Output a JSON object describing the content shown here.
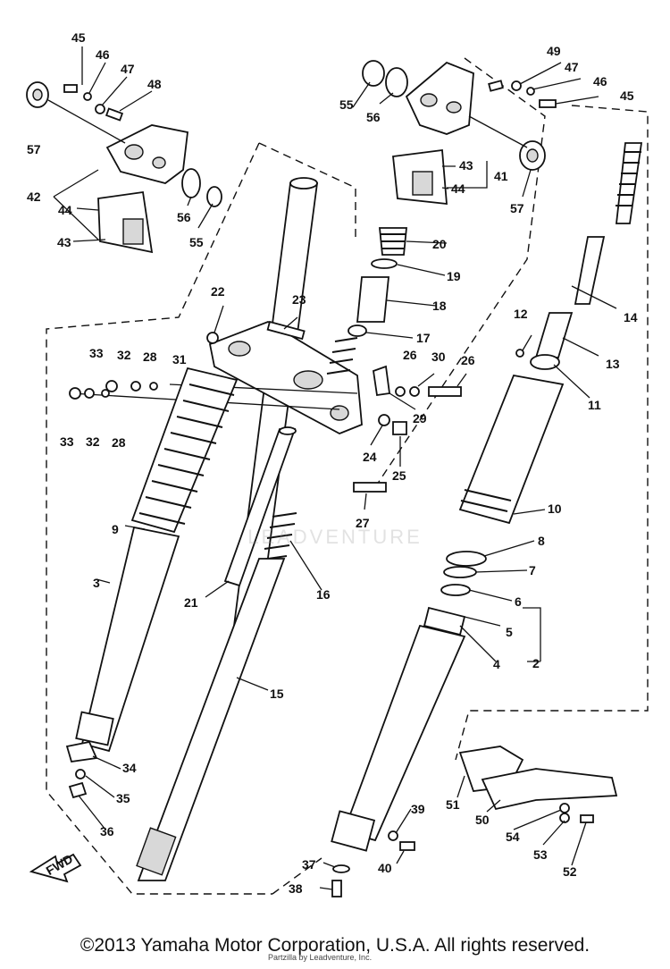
{
  "diagram": {
    "callouts": [
      {
        "id": "c45a",
        "text": "45"
      },
      {
        "id": "c46a",
        "text": "46"
      },
      {
        "id": "c47a",
        "text": "47"
      },
      {
        "id": "c48",
        "text": "48"
      },
      {
        "id": "c57a",
        "text": "57"
      },
      {
        "id": "c42",
        "text": "42"
      },
      {
        "id": "c44a",
        "text": "44"
      },
      {
        "id": "c43a",
        "text": "43"
      },
      {
        "id": "c56a",
        "text": "56"
      },
      {
        "id": "c55a",
        "text": "55"
      },
      {
        "id": "c55b",
        "text": "55"
      },
      {
        "id": "c56b",
        "text": "56"
      },
      {
        "id": "c49",
        "text": "49"
      },
      {
        "id": "c47b",
        "text": "47"
      },
      {
        "id": "c46b",
        "text": "46"
      },
      {
        "id": "c45b",
        "text": "45"
      },
      {
        "id": "c43b",
        "text": "43"
      },
      {
        "id": "c41",
        "text": "41"
      },
      {
        "id": "c44b",
        "text": "44"
      },
      {
        "id": "c57b",
        "text": "57"
      },
      {
        "id": "c20",
        "text": "20"
      },
      {
        "id": "c19",
        "text": "19"
      },
      {
        "id": "c18",
        "text": "18"
      },
      {
        "id": "c17",
        "text": "17"
      },
      {
        "id": "c22",
        "text": "22"
      },
      {
        "id": "c23",
        "text": "23"
      },
      {
        "id": "c14",
        "text": "14"
      },
      {
        "id": "c12",
        "text": "12"
      },
      {
        "id": "c13",
        "text": "13"
      },
      {
        "id": "c11",
        "text": "11"
      },
      {
        "id": "c33a",
        "text": "33"
      },
      {
        "id": "c32a",
        "text": "32"
      },
      {
        "id": "c28a",
        "text": "28"
      },
      {
        "id": "c31",
        "text": "31"
      },
      {
        "id": "c26a",
        "text": "26"
      },
      {
        "id": "c30",
        "text": "30"
      },
      {
        "id": "c26b",
        "text": "26"
      },
      {
        "id": "c33b",
        "text": "33"
      },
      {
        "id": "c32b",
        "text": "32"
      },
      {
        "id": "c28b",
        "text": "28"
      },
      {
        "id": "c29",
        "text": "29"
      },
      {
        "id": "c24",
        "text": "24"
      },
      {
        "id": "c25",
        "text": "25"
      },
      {
        "id": "c27",
        "text": "27"
      },
      {
        "id": "c9",
        "text": "9"
      },
      {
        "id": "c10",
        "text": "10"
      },
      {
        "id": "c8",
        "text": "8"
      },
      {
        "id": "c7",
        "text": "7"
      },
      {
        "id": "c3",
        "text": "3"
      },
      {
        "id": "c21",
        "text": "21"
      },
      {
        "id": "c16",
        "text": "16"
      },
      {
        "id": "c6",
        "text": "6"
      },
      {
        "id": "c5",
        "text": "5"
      },
      {
        "id": "c4",
        "text": "4"
      },
      {
        "id": "c2",
        "text": "2"
      },
      {
        "id": "c15",
        "text": "15"
      },
      {
        "id": "c34",
        "text": "34"
      },
      {
        "id": "c35",
        "text": "35"
      },
      {
        "id": "c36",
        "text": "36"
      },
      {
        "id": "c51",
        "text": "51"
      },
      {
        "id": "c50",
        "text": "50"
      },
      {
        "id": "c39",
        "text": "39"
      },
      {
        "id": "c54",
        "text": "54"
      },
      {
        "id": "c53",
        "text": "53"
      },
      {
        "id": "c52",
        "text": "52"
      },
      {
        "id": "c40",
        "text": "40"
      },
      {
        "id": "c37",
        "text": "37"
      },
      {
        "id": "c38",
        "text": "38"
      }
    ],
    "fwd_label": "FWD"
  },
  "watermark": "LEADVENTURE",
  "tiny_credit": "Partzilla by Leadventure, Inc.",
  "copyright": "©2013 Yamaha Motor Corporation, U.S.A. All rights reserved."
}
